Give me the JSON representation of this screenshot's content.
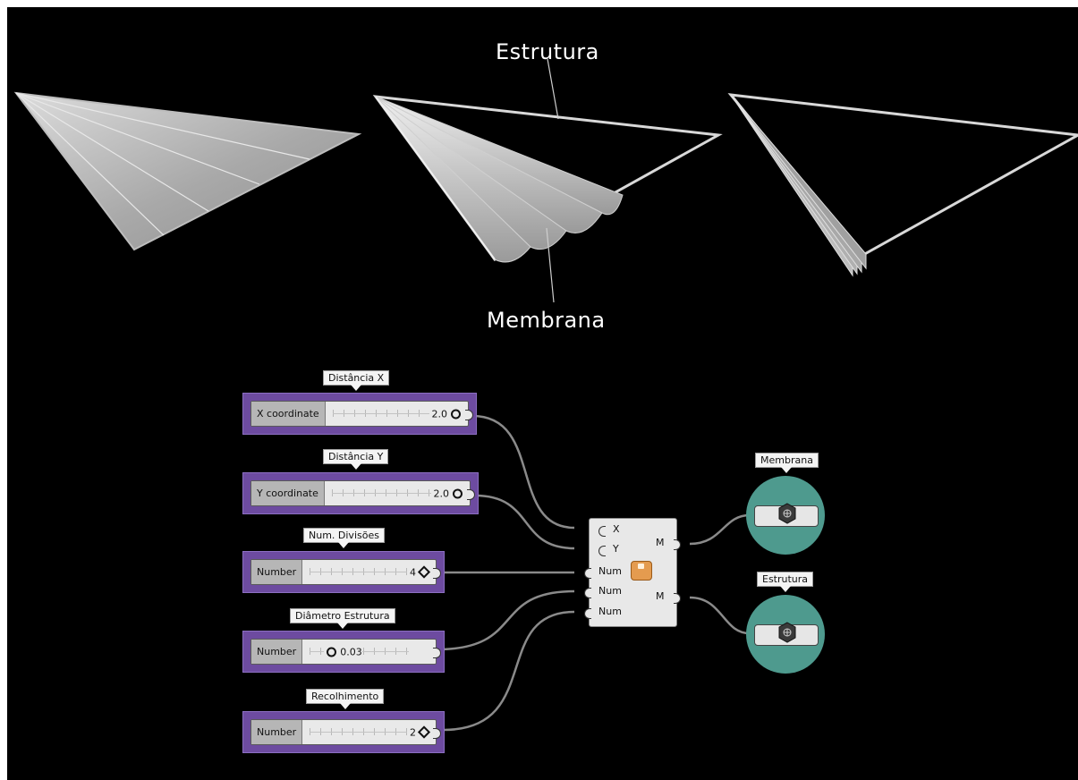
{
  "labels": {
    "estrutura_callout": "Estrutura",
    "membrana_callout": "Membrana"
  },
  "sliders": [
    {
      "tag": "Distância X",
      "name": "X coordinate",
      "value": "2.0",
      "grip": "circle"
    },
    {
      "tag": "Distância Y",
      "name": "Y coordinate",
      "value": "2.0",
      "grip": "circle"
    },
    {
      "tag": "Num. Divisões",
      "name": "Number",
      "value": "4",
      "grip": "diamond"
    },
    {
      "tag": "Diâmetro Estrutura",
      "name": "Number",
      "value": "0.03",
      "grip": "circle"
    },
    {
      "tag": "Recolhimento",
      "name": "Number",
      "value": "2",
      "grip": "diamond"
    }
  ],
  "cluster": {
    "inputs": [
      "X",
      "Y",
      "Num",
      "Num",
      "Num"
    ],
    "outputs": [
      "M",
      "M"
    ],
    "icon": "cluster-icon"
  },
  "previews": [
    {
      "tag": "Membrana",
      "icon": "preview-hexagon-icon"
    },
    {
      "tag": "Estrutura",
      "icon": "preview-hexagon-icon"
    }
  ],
  "colors": {
    "background": "#000000",
    "slider_fill": "#6d4ba0",
    "preview_fill": "#4e9a8e",
    "cluster_icon": "#e49b4f",
    "wire": "#8a8a8a"
  }
}
